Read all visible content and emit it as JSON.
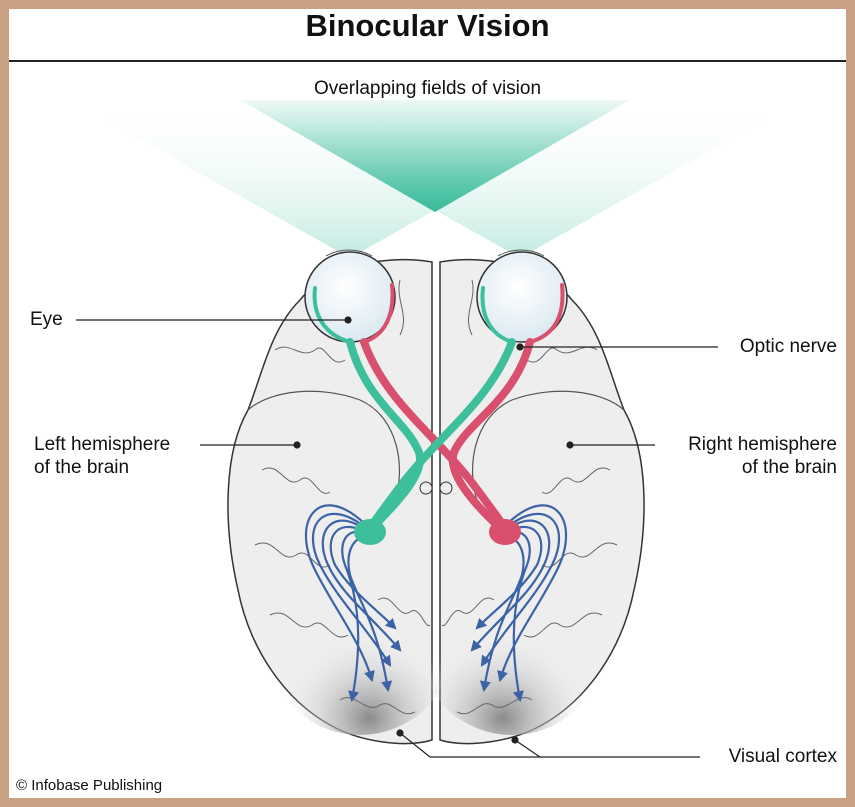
{
  "title": "Binocular Vision",
  "fields_label": "Overlapping fields of vision",
  "labels": {
    "eye": "Eye",
    "optic_nerve": "Optic nerve",
    "left_hemisphere_line1": "Left hemisphere",
    "left_hemisphere_line2": "of the brain",
    "right_hemisphere_line1": "Right hemisphere",
    "right_hemisphere_line2": "of the brain",
    "visual_cortex": "Visual cortex"
  },
  "credit": "© Infobase Publishing",
  "colors": {
    "frame": "#c9a182",
    "vision_field": "#2fb896",
    "left_eye_pathway": "#3dbf9c",
    "right_eye_pathway": "#d8506d",
    "cortex_fibers": "#3c63a6"
  }
}
